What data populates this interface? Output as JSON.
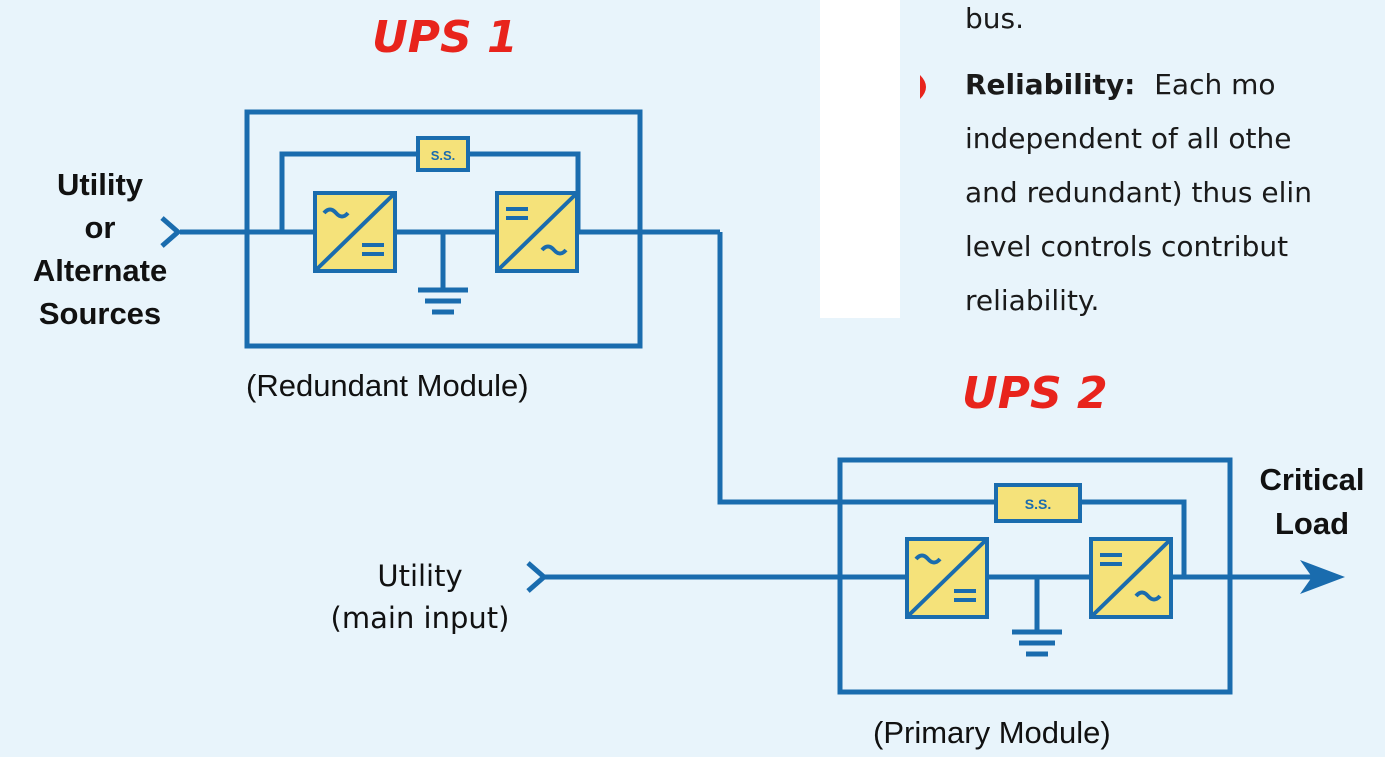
{
  "titles": {
    "ups1": "UPS 1",
    "ups2": "UPS 2"
  },
  "inputs": {
    "utility_alt": [
      "Utility",
      "or",
      "Alternate",
      "Sources"
    ],
    "utility_main": [
      "Utility",
      "(main input)"
    ]
  },
  "modules": {
    "redundant": "(Redundant Module)",
    "primary": "(Primary Module)"
  },
  "switch_label": "S.S.",
  "load": [
    "Critical",
    "Load"
  ],
  "text_panel": {
    "line0": "bus.",
    "bullet_heading": "Reliability:",
    "lines": [
      "Each mo",
      "independent of all othe",
      "and redundant) thus elin",
      "level controls contribut",
      "reliability."
    ]
  },
  "colors": {
    "wire": "#1a6cae",
    "fill": "#f5e27a",
    "accent": "#e8241c",
    "background": "#e8f4fb"
  }
}
